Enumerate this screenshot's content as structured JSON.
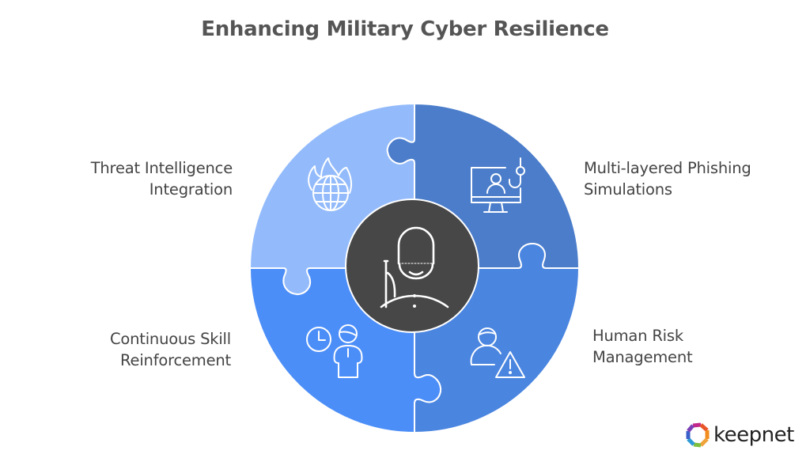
{
  "title": "Enhancing Military Cyber Resilience",
  "center": {
    "icon": "royal-guard-icon",
    "color": "#474747"
  },
  "segments": [
    {
      "id": "top-left",
      "label_lines": [
        "Threat Intelligence",
        "Integration"
      ],
      "icon": "globe-fire-icon",
      "color": "#93BBFB"
    },
    {
      "id": "top-right",
      "label_lines": [
        "Multi-layered Phishing",
        "Simulations"
      ],
      "icon": "phishing-monitor-icon",
      "color": "#4B7DCB"
    },
    {
      "id": "bottom-left",
      "label_lines": [
        "Continuous Skill",
        "Reinforcement"
      ],
      "icon": "clock-person-icon",
      "color": "#4C8EF8"
    },
    {
      "id": "bottom-right",
      "label_lines": [
        "Human Risk",
        "Management"
      ],
      "icon": "person-warning-icon",
      "color": "#4A85E0"
    }
  ],
  "logo": {
    "text": "keepnet"
  }
}
